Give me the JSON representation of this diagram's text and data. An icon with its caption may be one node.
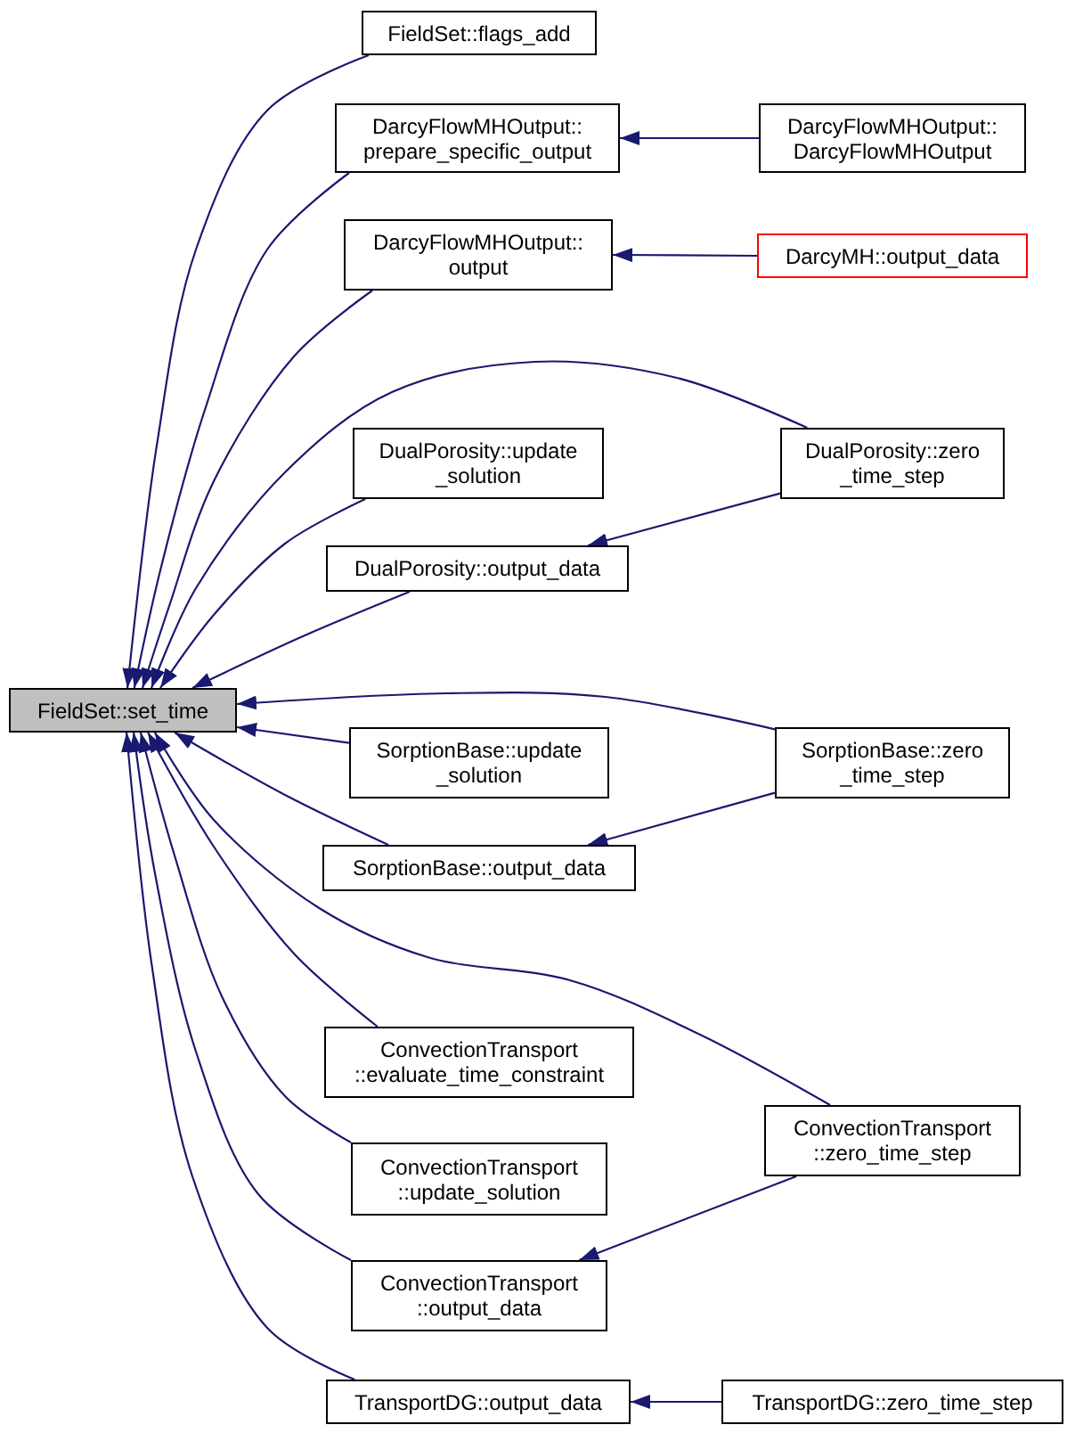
{
  "diagram": {
    "nodes": [
      {
        "text": [
          "FieldSet::set_time"
        ]
      },
      {
        "text": [
          "FieldSet::flags_add"
        ]
      },
      {
        "text": [
          "DarcyFlowMHOutput:: prepare_specific_output"
        ]
      },
      {
        "text": [
          "DarcyFlowMHOutput:: DarcyFlowMHOutput"
        ]
      },
      {
        "text": [
          "DarcyFlowMHOutput:: output"
        ]
      },
      {
        "text": [
          "DarcyMH::output_data"
        ]
      },
      {
        "text": [
          "DualPorosity::update _solution"
        ]
      },
      {
        "text": [
          "DualPorosity::zero _time_step"
        ]
      },
      {
        "text": [
          "DualPorosity::output_data"
        ]
      },
      {
        "text": [
          "SorptionBase::update _solution"
        ]
      },
      {
        "text": [
          "SorptionBase::zero _time_step"
        ]
      },
      {
        "text": [
          "SorptionBase::output_data"
        ]
      },
      {
        "text": [
          "ConvectionTransport ::evaluate_time_constraint"
        ]
      },
      {
        "text": [
          "ConvectionTransport ::zero_time_step"
        ]
      },
      {
        "text": [
          "ConvectionTransport ::update_solution"
        ]
      },
      {
        "text": [
          "ConvectionTransport ::output_data"
        ]
      },
      {
        "text": [
          "TransportDG::output_data"
        ]
      },
      {
        "text": [
          "TransportDG::zero_time_step"
        ]
      }
    ],
    "edges": [
      {
        "from": 1,
        "to": 0,
        "arrow": "to"
      },
      {
        "from": 2,
        "to": 0,
        "arrow": "to"
      },
      {
        "from": 3,
        "to": 2,
        "arrow": "to"
      },
      {
        "from": 4,
        "to": 0,
        "arrow": "to"
      },
      {
        "from": 5,
        "to": 4,
        "arrow": "to"
      },
      {
        "from": 7,
        "to": 0,
        "arrow": "to"
      },
      {
        "from": 6,
        "to": 0,
        "arrow": "to"
      },
      {
        "from": 8,
        "to": 0,
        "arrow": "to"
      },
      {
        "from": 7,
        "to": 8,
        "arrow": "to"
      },
      {
        "from": 10,
        "to": 0,
        "arrow": "to"
      },
      {
        "from": 9,
        "to": 0,
        "arrow": "to"
      },
      {
        "from": 11,
        "to": 0,
        "arrow": "to"
      },
      {
        "from": 10,
        "to": 11,
        "arrow": "to"
      },
      {
        "from": 13,
        "to": 0,
        "arrow": "to"
      },
      {
        "from": 12,
        "to": 0,
        "arrow": "to"
      },
      {
        "from": 14,
        "to": 0,
        "arrow": "to"
      },
      {
        "from": 15,
        "to": 0,
        "arrow": "to"
      },
      {
        "from": 13,
        "to": 15,
        "arrow": "to"
      },
      {
        "from": 16,
        "to": 0,
        "arrow": "to"
      },
      {
        "from": 17,
        "to": 16,
        "arrow": "to"
      }
    ]
  }
}
